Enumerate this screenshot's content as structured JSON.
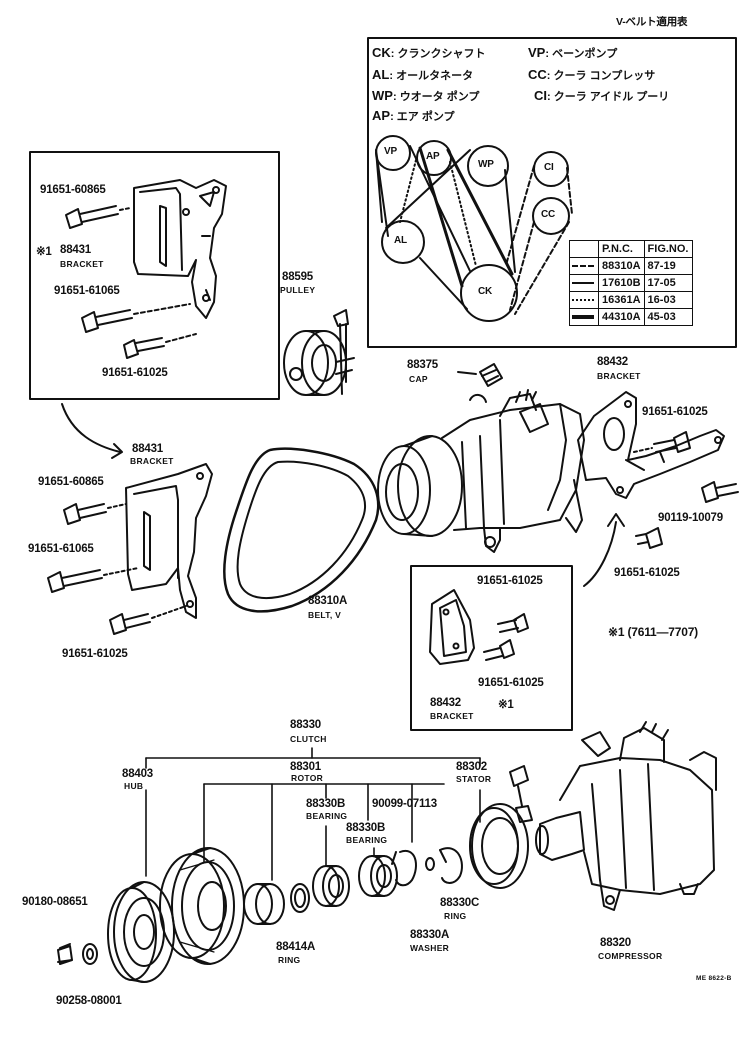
{
  "header": {
    "title": "V-ベルト適用表"
  },
  "legend": [
    {
      "code": "CK",
      "sep": ":",
      "desc": "クランクシャフト"
    },
    {
      "code": "AL",
      "sep": ":",
      "desc": "オールタネータ"
    },
    {
      "code": "WP",
      "sep": ":",
      "desc": "ウオータ ポンプ"
    },
    {
      "code": "AP",
      "sep": ":",
      "desc": "エア ポンプ"
    },
    {
      "code": "VP",
      "sep": ":",
      "desc": "ベーンポンプ"
    },
    {
      "code": "CC",
      "sep": ":",
      "desc": "クーラ コンプレッサ"
    },
    {
      "code": "CI",
      "sep": ":",
      "desc": "クーラ アイドル プーリ"
    }
  ],
  "pulleys": [
    "VP",
    "AP",
    "WP",
    "CI",
    "CC",
    "AL",
    "CK"
  ],
  "pnc_table": {
    "headers": [
      "P.N.C.",
      "FIG.NO."
    ],
    "rows": [
      {
        "line": "dash",
        "pnc": "88310A",
        "fig": "87-19"
      },
      {
        "line": "solid",
        "pnc": "17610B",
        "fig": "17-05"
      },
      {
        "line": "dot",
        "pnc": "16361A",
        "fig": "16-03"
      },
      {
        "line": "thick",
        "pnc": "44310A",
        "fig": "45-03"
      }
    ]
  },
  "inset_left": {
    "bolt_top": "91651-60865",
    "bracket_mark": "※1",
    "bracket_pn": "88431",
    "bracket_name": "BRACKET",
    "bolt_mid": "91651-61065",
    "bolt_bottom": "91651-61025"
  },
  "pulley": {
    "pn": "88595",
    "name": "PULLEY"
  },
  "cap": {
    "pn": "88375",
    "name": "CAP"
  },
  "bracket_right": {
    "pn": "88432",
    "name": "BRACKET"
  },
  "bolt_right_top": "91651-61025",
  "bolt_right_mid": "90119-10079",
  "bolt_right_low": "91651-61025",
  "main_bracket": {
    "pn": "88431",
    "name": "BRACKET",
    "bolt_top": "91651-60865",
    "bolt_mid": "91651-61065",
    "bolt_bottom": "91651-61025"
  },
  "belt": {
    "pn": "88310A",
    "name": "BELT, V"
  },
  "inset_right": {
    "bolt_top": "91651-61025",
    "bolt_bottom": "91651-61025",
    "bracket_pn": "88432",
    "bracket_name": "BRACKET",
    "mark": "※1"
  },
  "applicability_note": "※1  (7611—7707)",
  "clutch": {
    "pn": "88330",
    "name": "CLUTCH"
  },
  "hub": {
    "pn": "88403",
    "name": "HUB"
  },
  "rotor": {
    "pn": "88301",
    "name": "ROTOR"
  },
  "stator": {
    "pn": "88302",
    "name": "STATOR"
  },
  "bearing1": {
    "pn": "88330B",
    "name": "BEARING"
  },
  "bearing2": {
    "pn": "88330B",
    "name": "BEARING"
  },
  "part_90099": "90099-07113",
  "part_90180": "90180-08651",
  "part_90258": "90258-08001",
  "ring1": {
    "pn": "88414A",
    "name": "RING"
  },
  "ring2": {
    "pn": "88330C",
    "name": "RING"
  },
  "washer": {
    "pn": "88330A",
    "name": "WASHER"
  },
  "compressor": {
    "pn": "88320",
    "name": "COMPRESSOR"
  },
  "footer_code": "ME 8622-B"
}
